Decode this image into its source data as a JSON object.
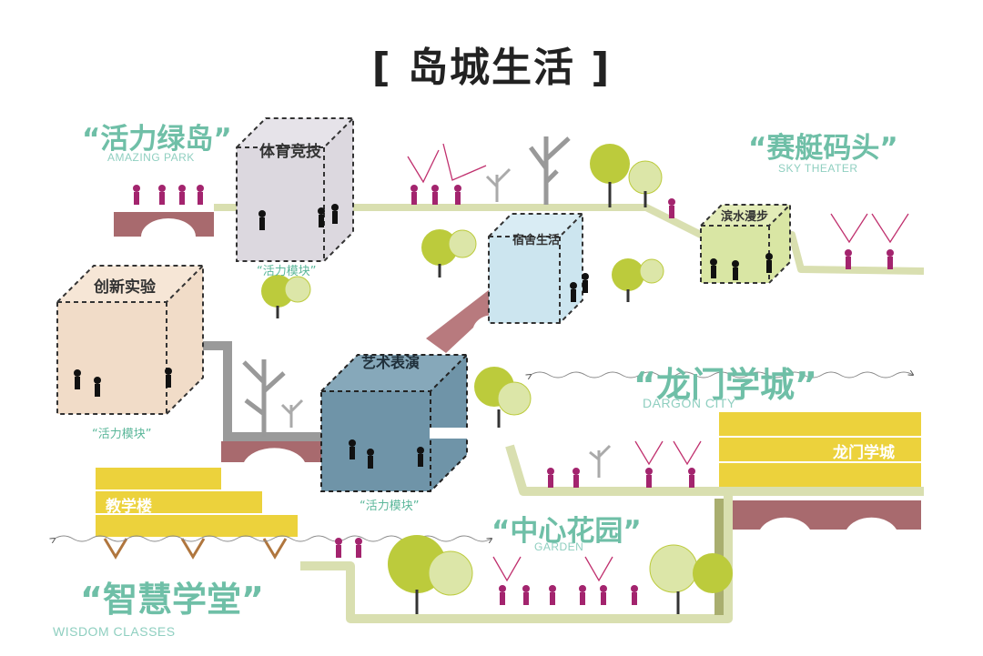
{
  "title": "[ 岛城生活 ]",
  "zones": {
    "amazing_park": {
      "cn": "“活力绿岛”",
      "en": "AMAZING PARK"
    },
    "sky_theater": {
      "cn": "“赛艇码头”",
      "en": "SKY THEATER"
    },
    "dargon_city": {
      "cn": "“龙门学城”",
      "en": "DARGON CITY"
    },
    "garden": {
      "cn": "“中心花园”",
      "en": "GARDEN"
    },
    "wisdom_classes": {
      "cn": "“智慧学堂”",
      "en": "WISDOM CLASSES"
    }
  },
  "cubes": {
    "sports": "体育竞技",
    "dorm": "宿舍生活",
    "riverside": "滨水漫步",
    "innovation": "创新实验",
    "art": "艺术表演"
  },
  "modules": {
    "module_1": "“活力模块”",
    "module_2": "“活力模块”",
    "module_3": "“活力模块”"
  },
  "bars": {
    "longmen": "龙门学城",
    "teaching": "教学楼"
  },
  "colors": {
    "accent_teal": "#6fbfa7",
    "path_green": "#d6deaa",
    "path_olive": "#a8ad6e",
    "bridge": "#a86a6e",
    "magenta": "#a3246e",
    "yellow": "#ecd23c",
    "tree_green": "#b9c93a"
  }
}
